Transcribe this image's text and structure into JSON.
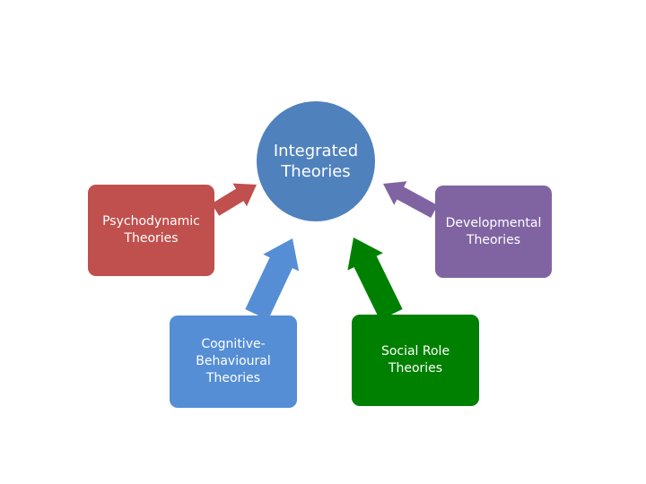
{
  "diagram": {
    "center": {
      "id": "integrated",
      "lines": [
        "Integrated",
        "Theories"
      ],
      "color": "#4f81bd"
    },
    "nodes": [
      {
        "id": "psychodynamic",
        "lines": [
          "Psychodynamic",
          "Theories"
        ],
        "color": "#c0504d"
      },
      {
        "id": "developmental",
        "lines": [
          "Developmental",
          "Theories"
        ],
        "color": "#8064a2"
      },
      {
        "id": "cognitive-behavioural",
        "lines": [
          "Cognitive-",
          "Behavioural",
          "Theories"
        ],
        "color": "#558ed5"
      },
      {
        "id": "social-role",
        "lines": [
          "Social Role",
          "Theories"
        ],
        "color": "#008000"
      }
    ],
    "edges": [
      {
        "from": "psychodynamic",
        "to": "integrated",
        "color": "#c0504d"
      },
      {
        "from": "developmental",
        "to": "integrated",
        "color": "#8064a2"
      },
      {
        "from": "cognitive-behavioural",
        "to": "integrated",
        "color": "#558ed5"
      },
      {
        "from": "social-role",
        "to": "integrated",
        "color": "#008000"
      }
    ]
  }
}
